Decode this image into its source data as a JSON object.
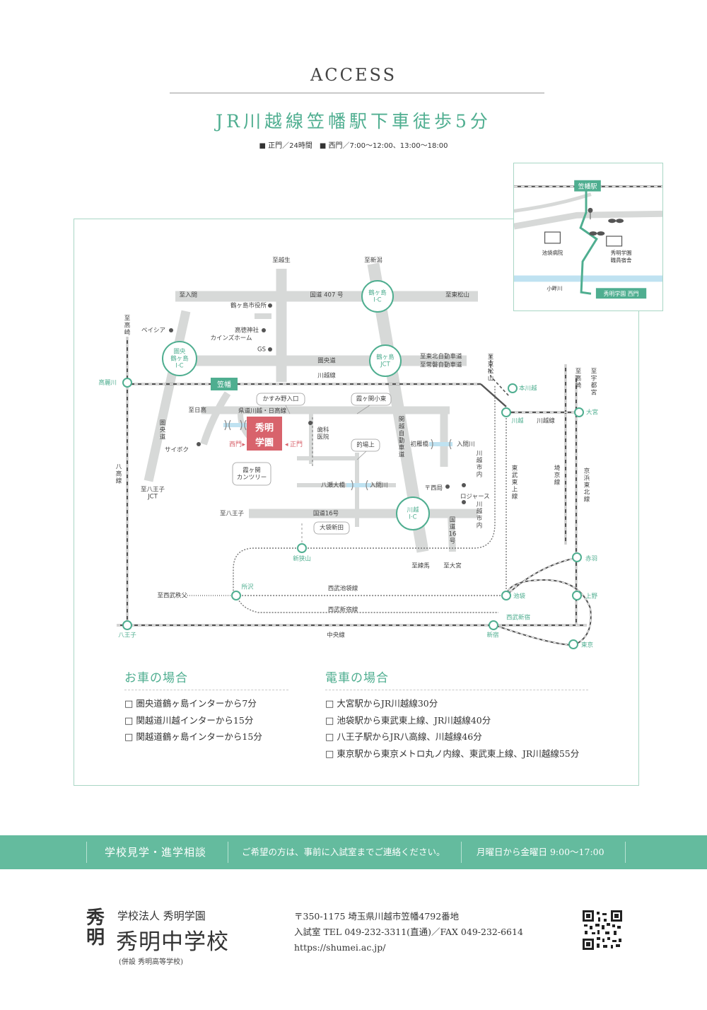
{
  "header": {
    "heading": "ACCESS",
    "title": "JR川越線笠幡駅下車徒歩5分",
    "gate_hours": "■ 正門／24時間　■ 西門／7:00〜12:00、13:00〜18:00"
  },
  "inset": {
    "station": "笠幡駅",
    "hospital": "池袋病院",
    "dorm_line1": "秀明学園",
    "dorm_line2": "職員宿舎",
    "river": "小畔川",
    "west_gate": "秀明学園 西門"
  },
  "map": {
    "school_line1": "秀明",
    "school_line2": "学園",
    "west_gate": "西門",
    "main_gate": "正門",
    "kasahata": "笠幡",
    "ic": {
      "tsurugashima_top": "鶴ヶ島\nI·C",
      "kenou_tsurugashima": "圏央\n鶴ヶ島\nI·C",
      "tsurugashima_jct": "鶴ヶ島\nJCT",
      "kawagoe_ic": "川越\nI·C"
    },
    "road_labels": [
      {
        "id": "to-koshio",
        "text": "至越生"
      },
      {
        "id": "to-shinkuki",
        "text": "至新潟"
      },
      {
        "id": "to-iruma",
        "text": "至入間"
      },
      {
        "id": "route407",
        "text": "国道 407 号"
      },
      {
        "id": "to-higashimatsuyama",
        "text": "至東松山"
      },
      {
        "id": "city-hall",
        "text": "鶴ヶ島市役所"
      },
      {
        "id": "to-takasaki",
        "text": "至\n高\n崎"
      },
      {
        "id": "beisia",
        "text": "ベイシア"
      },
      {
        "id": "takatoku",
        "text": "高徳神社"
      },
      {
        "id": "cainz",
        "text": "カインズホーム"
      },
      {
        "id": "gs",
        "text": "GS"
      },
      {
        "id": "kenoudo-top",
        "text": "圏央道"
      },
      {
        "id": "kanetsu-n",
        "text": "至東北自動車道"
      },
      {
        "id": "kanetsu-j",
        "text": "至常磐自動車道"
      },
      {
        "id": "to-higashimatsuyama-v",
        "text": "至\n東\n松\n山"
      },
      {
        "id": "kawagoe-line",
        "text": "川越線"
      },
      {
        "id": "kasuminoiriguchi",
        "text": "かすみ野入口"
      },
      {
        "id": "kasumigasekishou",
        "text": "霞ヶ関小東"
      },
      {
        "id": "to-hidaka",
        "text": "至日高"
      },
      {
        "id": "prefroute",
        "text": "県道川越・日高線"
      },
      {
        "id": "kenoudo-left",
        "text": "圏\n央\n道"
      },
      {
        "id": "dental",
        "text": "歯科\n医院"
      },
      {
        "id": "saiboku",
        "text": "サイボク"
      },
      {
        "id": "kanetsu-exp",
        "text": "関\n越\n自\n動\n車\n道"
      },
      {
        "id": "hatsukaribashi",
        "text": "初雁橋"
      },
      {
        "id": "iruma-r1",
        "text": "入間川"
      },
      {
        "id": "matoba",
        "text": "的場上"
      },
      {
        "id": "kawagoe-city1",
        "text": "川\n越\n市\n内"
      },
      {
        "id": "country",
        "text": "霞ヶ関\nカンツリー"
      },
      {
        "id": "hachiko-line",
        "text": "八\n高\n線"
      },
      {
        "id": "yasebashi",
        "text": "八瀬大橋"
      },
      {
        "id": "iruma-r2",
        "text": "入間川"
      },
      {
        "id": "post",
        "text": "〒西局"
      },
      {
        "id": "lojas",
        "text": "ロジャース"
      },
      {
        "id": "to-hachioji-jct",
        "text": "至八王子\nJCT"
      },
      {
        "id": "to-hachioji",
        "text": "至八王子"
      },
      {
        "id": "route16",
        "text": "国道16号"
      },
      {
        "id": "kawagoe-city2",
        "text": "川\n越\n市\n内"
      },
      {
        "id": "route16v",
        "text": "国\n道\n16\n号"
      },
      {
        "id": "obukuroshinden",
        "text": "大袋新田"
      },
      {
        "id": "to-nerima",
        "text": "至練馬"
      },
      {
        "id": "to-omiya2",
        "text": "至大宮"
      },
      {
        "id": "tobu-tojo",
        "text": "東\n武\n東\n上\n線"
      },
      {
        "id": "to-takasaki2",
        "text": "至\n高\n崎"
      },
      {
        "id": "to-utsunomiya",
        "text": "至\n宇\n都\n宮"
      },
      {
        "id": "saikyo",
        "text": "埼\n京\n線"
      },
      {
        "id": "keihin",
        "text": "京\n浜\n東\n北\n線"
      },
      {
        "id": "kawagoe-line2",
        "text": "川越線"
      },
      {
        "id": "seibu-ikebukuro",
        "text": "西武池袋線"
      },
      {
        "id": "seibu-shinjuku",
        "text": "西武新宿線"
      },
      {
        "id": "to-seibu-chichibu",
        "text": "至西武秩父"
      },
      {
        "id": "chuo-line",
        "text": "中央線"
      }
    ],
    "stations": [
      {
        "id": "komagawa",
        "text": "高麗川"
      },
      {
        "id": "honkawagoe",
        "text": "本川越"
      },
      {
        "id": "kawagoe",
        "text": "川越"
      },
      {
        "id": "omiya",
        "text": "大宮"
      },
      {
        "id": "shinsayama",
        "text": "新狭山"
      },
      {
        "id": "tokorozawa",
        "text": "所沢"
      },
      {
        "id": "akabane",
        "text": "赤羽"
      },
      {
        "id": "ikebukuro",
        "text": "池袋"
      },
      {
        "id": "ueno",
        "text": "上野"
      },
      {
        "id": "seibushinjuku",
        "text": "西武新宿"
      },
      {
        "id": "hachioji",
        "text": "八王子"
      },
      {
        "id": "shinjuku",
        "text": "新宿"
      },
      {
        "id": "tokyo",
        "text": "東京"
      }
    ]
  },
  "car": {
    "heading": "お車の場合",
    "items": [
      "圏央道鶴ヶ島インターから7分",
      "関越道川越インターから15分",
      "関越道鶴ヶ島インターから15分"
    ]
  },
  "train": {
    "heading": "電車の場合",
    "items": [
      "大宮駅からJR川越線30分",
      "池袋駅から東武東上線、JR川越線40分",
      "八王子駅からJR八高線、川越線46分",
      "東京駅から東京メトロ丸ノ内線、東武東上線、JR川越線55分"
    ]
  },
  "band": {
    "label": "学校見学・進学相談",
    "notice": "ご希望の方は、事前に入試室までご連絡ください。",
    "hours": "月曜日から金曜日 9:00〜17:00"
  },
  "footer": {
    "logo_char1": "秀",
    "logo_char2": "明",
    "org": "学校法人 秀明学園",
    "school": "秀明中学校",
    "annex": "(併設 秀明高等学校)",
    "address": "〒350-1175 埼玉県川越市笠幡4792番地",
    "phone": "入試室 TEL 049-232-3311(直通)／FAX 049-232-6614",
    "url": "https://shumei.ac.jp/"
  },
  "colors": {
    "accent": "#4fae90",
    "band": "#64bb9e",
    "road": "#d7d9d8",
    "school": "#d8636c",
    "river": "#bfe2f1"
  }
}
